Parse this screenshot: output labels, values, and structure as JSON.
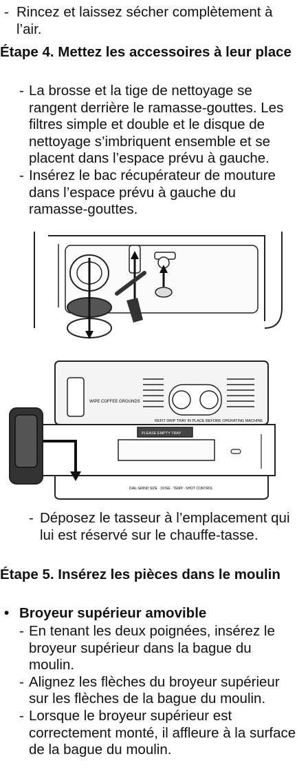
{
  "intro_items": [
    "Rincez et laissez sécher complètement à l’air."
  ],
  "step4": {
    "heading": "Étape 4. Mettez les accessoires à leur place",
    "items": [
      "La brosse et la tige de nettoyage se rangent derrière le ramasse-gouttes. Les filtres simple et double et le disque de nettoyage s’imbriquent ensemble et se placent dans l’espace prévu à gauche.",
      "Insérez le bac récupérateur de mouture dans l’espace prévu à gauche du ramasse-gouttes."
    ]
  },
  "figure2_labels": {
    "wipe": "WIPE COFFEE GROUNDS",
    "refit": "REFIT DRIP TRAY IN PLACE BEFORE OPERATING MACHINE",
    "empty": "PLEASE EMPTY TRAY",
    "bottom": "DIAL GRIND SIZE · DOSE · TEMP · SHOT CONTROL"
  },
  "after_figure_items": [
    "Déposez le tasseur à l’emplacement qui lui est réservé sur le chauffe-tasse."
  ],
  "step5": {
    "heading": "Étape 5. Insérez les pièces dans le moulin",
    "bullet": "Broyeur supérieur amovible",
    "items": [
      "En tenant les deux poignées, insérez le broyeur supérieur dans la bague du moulin.",
      "Alignez les flèches du broyeur supérieur sur les flèches de la bague du moulin.",
      "Lorsque le broyeur supérieur est correctement monté, il affleure à la surface de la bague du moulin."
    ]
  }
}
